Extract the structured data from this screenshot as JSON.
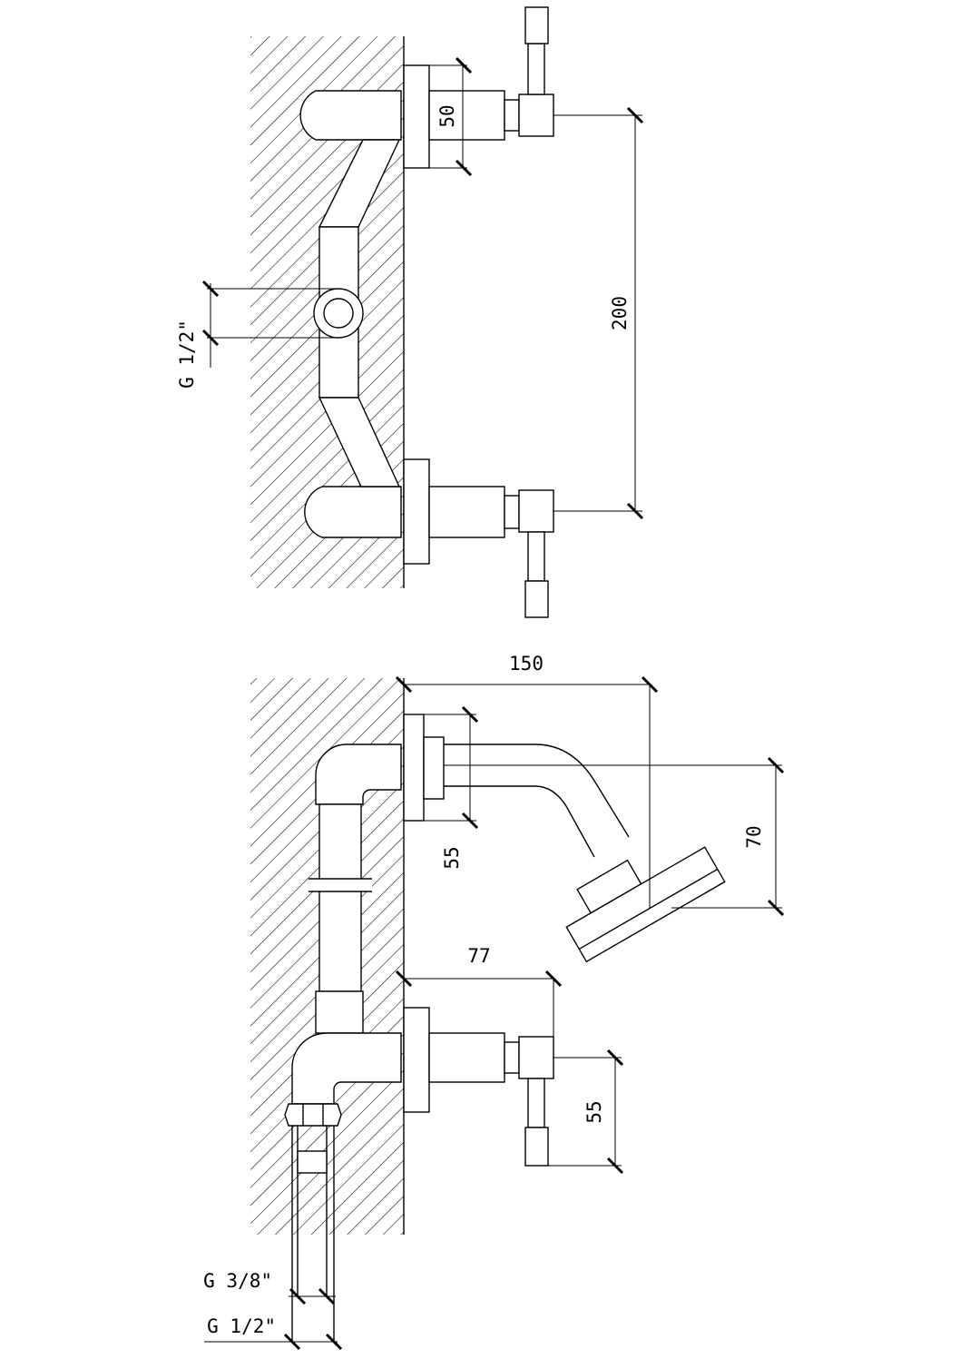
{
  "top_view": {
    "dim_inlet": "G 1/2\"",
    "dim_flange": "50",
    "dim_centers": "200"
  },
  "side_view": {
    "dim_projection": "150",
    "dim_spout_flange": "55",
    "dim_head_height": "70",
    "dim_valve_projection": "77",
    "dim_handle_drop": "55",
    "dim_pipe_small": "G 3/8\"",
    "dim_pipe_large": "G 1/2\""
  },
  "colors": {
    "line": "#000000",
    "background": "#ffffff"
  }
}
